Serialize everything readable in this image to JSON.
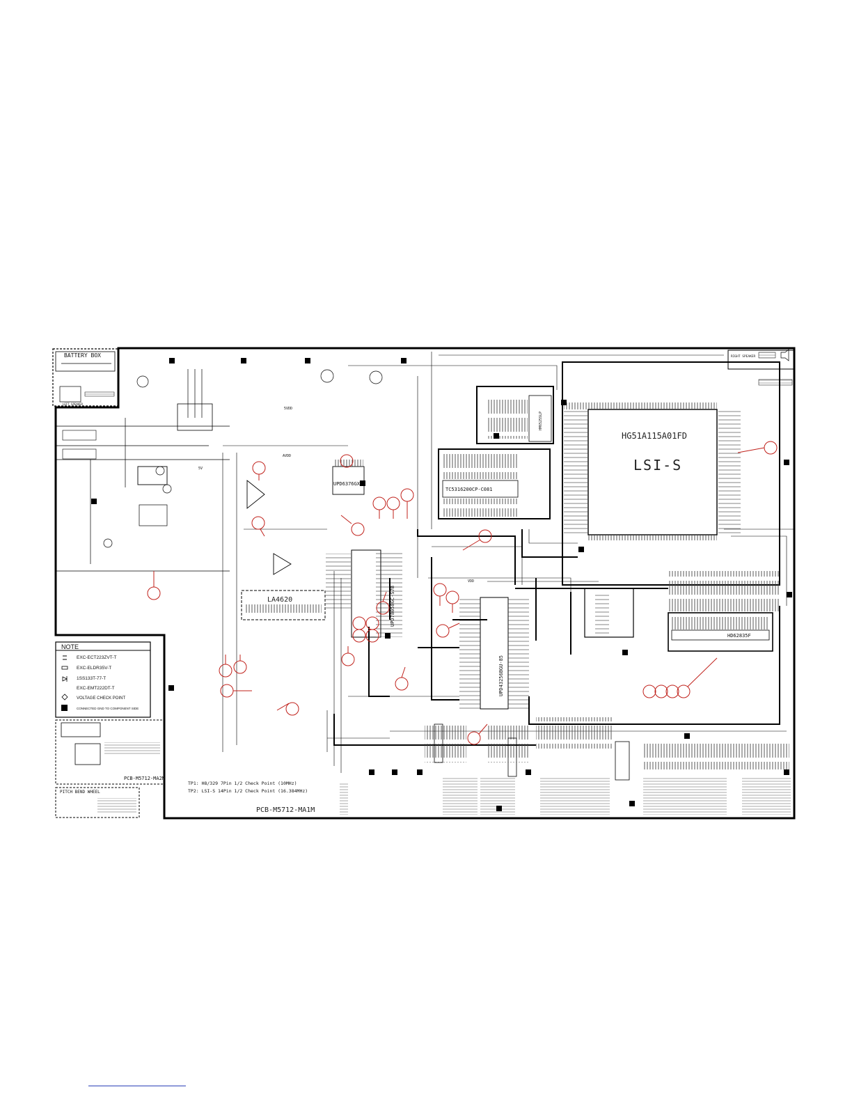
{
  "battery_box": {
    "title": "BATTERY BOX",
    "left_speaker": "LEFT SPEAKER"
  },
  "right_speaker": "RIGHT SPEAKER",
  "chips": {
    "lsi_part": "HG51A115A01FD",
    "lsi_name": "LSI-S",
    "dsp": "UPD6376GX",
    "ram": "HM6525SLP",
    "rom": "TC5316200CP-C081",
    "amp": "LA4620",
    "cpu": "UPD78058GC-S7B",
    "sub_rom": "UPD43256BGU-85",
    "hd": "HD62835F"
  },
  "note": {
    "title": "NOTE",
    "items": [
      "EXC-ECT223ZVT-T",
      "EXC-ELDR35V-T",
      "1SS133T-77-T",
      "EXC-EMT222DT-T",
      "VOLTAGE CHECK POINT",
      "CONNECTED GND TO COMPONENT SIDE"
    ]
  },
  "pcb": {
    "main": "PCB-M5712-MA1M",
    "sub": "PCB-M5712-MA2M",
    "pitch_bend": "PITCH BEND WHEEL"
  },
  "checkpoints": {
    "tp1": "TP1: H8/329 7Pin 1/2 Check Point (10MHz)",
    "tp2": "TP2: LSI-S 14Pin 1/2 Check Point (16.384MHz)"
  },
  "voltage_labels": [
    "5VDD",
    "AVDD",
    "5V",
    "VDD"
  ]
}
